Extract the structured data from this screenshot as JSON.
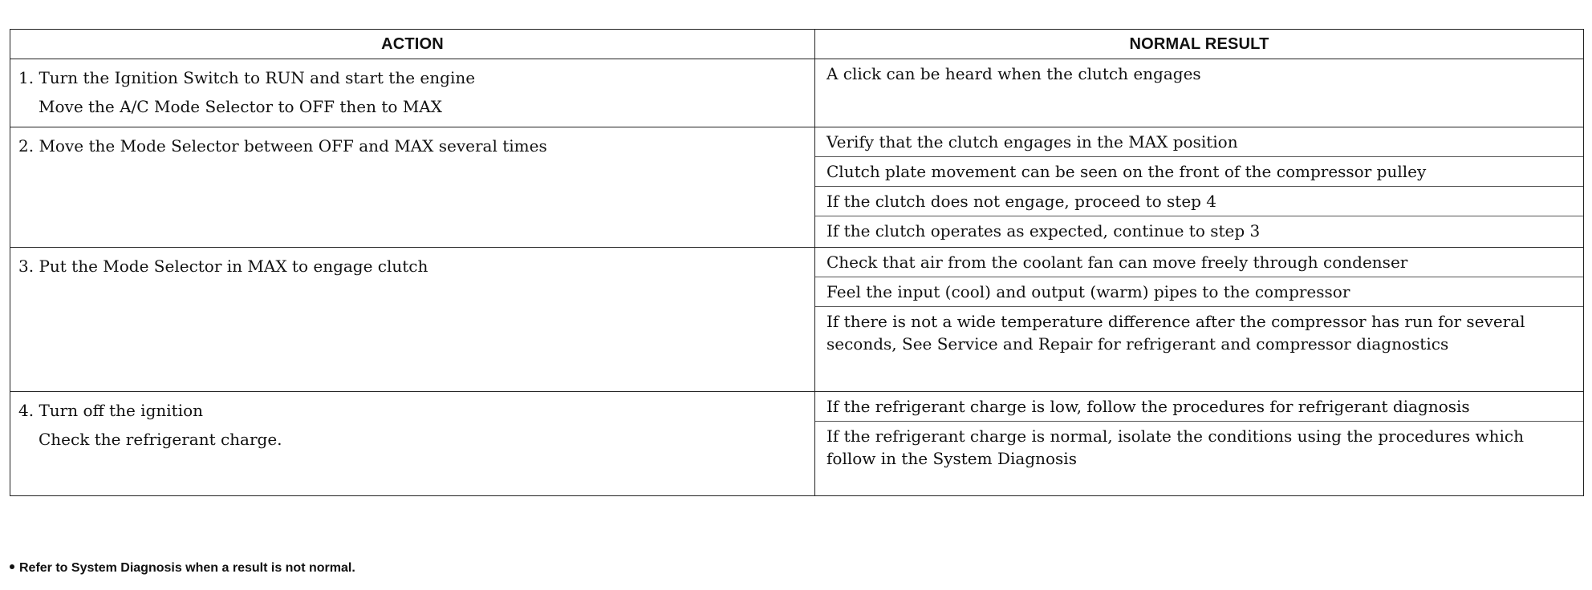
{
  "table": {
    "headers": {
      "action": "ACTION",
      "result": "NORMAL RESULT"
    },
    "rows": [
      {
        "action": [
          "1. Turn the Ignition Switch to RUN and start the engine",
          "Move the A/C Mode Selector to OFF then to MAX"
        ],
        "results": [
          "A click can be heard when the clutch engages"
        ]
      },
      {
        "action": [
          "2. Move the Mode Selector between OFF and MAX several times"
        ],
        "results": [
          "Verify that the clutch engages in the MAX position",
          "Clutch plate movement can be seen on the front of the compressor pulley",
          "If the clutch does not engage, proceed to step 4",
          "If the clutch operates as expected, continue to step 3"
        ]
      },
      {
        "action": [
          "3. Put the Mode Selector in MAX to engage clutch"
        ],
        "results": [
          "Check that air from the coolant fan can move freely through condenser",
          "Feel the input (cool) and output (warm) pipes to the compressor",
          "If there is not a wide temperature difference after the compressor has run for several seconds, See Service and Repair for refrigerant and compressor diagnostics"
        ]
      },
      {
        "action": [
          "4. Turn off the ignition",
          "Check the refrigerant charge."
        ],
        "results": [
          "If the refrigerant charge is low, follow the procedures for refrigerant diagnosis",
          "If the refrigerant charge is normal, isolate the conditions using the procedures which follow in the System Diagnosis"
        ]
      }
    ]
  },
  "footnote": "Refer to System Diagnosis when a result is not normal."
}
